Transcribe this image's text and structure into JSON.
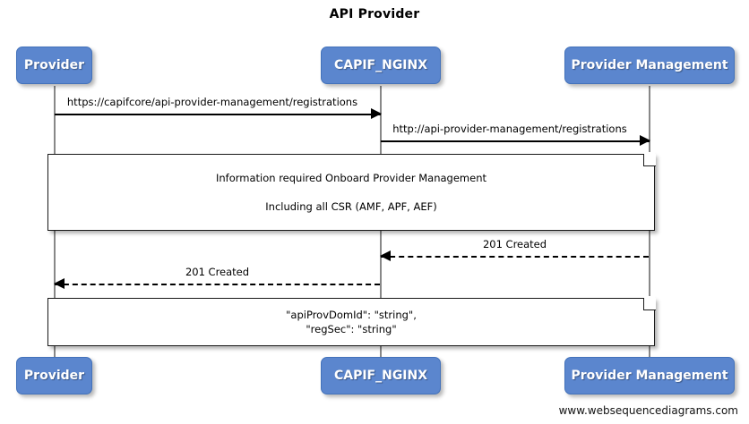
{
  "diagram": {
    "title": "API Provider",
    "footer": "www.websequencediagrams.com",
    "accent_color": "#5b86ce",
    "line_color": "#000000",
    "lifeline_color": "#888888"
  },
  "participants": [
    {
      "id": "provider",
      "label": "Provider"
    },
    {
      "id": "capif_nginx",
      "label": "CAPIF_NGINX"
    },
    {
      "id": "provider_management",
      "label": "Provider Management"
    }
  ],
  "participants_bottom": [
    {
      "id": "provider",
      "label": "Provider"
    },
    {
      "id": "capif_nginx",
      "label": "CAPIF_NGINX"
    },
    {
      "id": "provider_management",
      "label": "Provider Management"
    }
  ],
  "messages": [
    {
      "id": "msg1",
      "label": "https://capifcore/api-provider-management/registrations",
      "from": "provider",
      "to": "capif_nginx",
      "direction": "right",
      "style": "solid"
    },
    {
      "id": "msg2",
      "label": "http://api-provider-management/registrations",
      "from": "capif_nginx",
      "to": "provider_management",
      "direction": "right",
      "style": "solid"
    },
    {
      "id": "msg3",
      "label": "201 Created",
      "from": "provider_management",
      "to": "capif_nginx",
      "direction": "left",
      "style": "dashed"
    },
    {
      "id": "msg4",
      "label": "201 Created",
      "from": "capif_nginx",
      "to": "provider",
      "direction": "left",
      "style": "dashed"
    }
  ],
  "notes": [
    {
      "id": "note1",
      "lines": [
        "Information required Onboard Provider Management",
        "Including all CSR (AMF, APF, AEF)"
      ]
    },
    {
      "id": "note2",
      "lines": [
        "\"apiProvDomId\": \"string\",",
        "\"regSec\": \"string\""
      ]
    }
  ]
}
